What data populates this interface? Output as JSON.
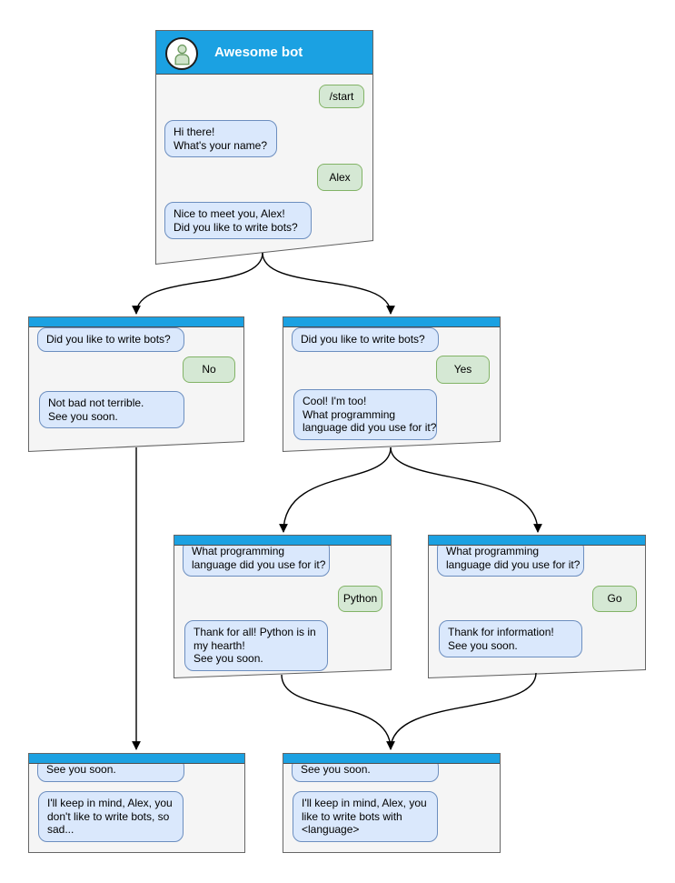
{
  "colors": {
    "header_blue": "#1BA1E2",
    "window_bg": "#F5F5F5",
    "window_border": "#666666",
    "bot_bubble_bg": "#DAE8FC",
    "bot_bubble_border": "#6C8EBF",
    "user_bubble_bg": "#D5E8D4",
    "user_bubble_border": "#82B366",
    "connector": "#000000",
    "title_text": "#FFFFFF"
  },
  "windows": [
    {
      "name": "root-chat-window",
      "title": "Awesome bot",
      "avatar_icon": "person-icon",
      "messages": [
        {
          "from": "user",
          "text": "/start"
        },
        {
          "from": "bot",
          "text": "Hi there!\nWhat's your name?"
        },
        {
          "from": "user",
          "text": "Alex"
        },
        {
          "from": "bot",
          "text": "Nice to meet you, Alex!\nDid you like to write bots?"
        }
      ]
    },
    {
      "name": "branch-no-window",
      "messages": [
        {
          "from": "bot",
          "text": "Did you like to write bots?"
        },
        {
          "from": "user",
          "text": "No"
        },
        {
          "from": "bot",
          "text": "Not bad not terrible.\nSee you soon."
        }
      ]
    },
    {
      "name": "branch-yes-window",
      "messages": [
        {
          "from": "bot",
          "text": "Did you like to write bots?"
        },
        {
          "from": "user",
          "text": "Yes"
        },
        {
          "from": "bot",
          "text": "Cool! I'm too!\nWhat programming\nlanguage did you use for it?"
        }
      ]
    },
    {
      "name": "branch-python-window",
      "messages": [
        {
          "from": "bot",
          "text": "What programming\nlanguage did you use for it?"
        },
        {
          "from": "user",
          "text": "Python"
        },
        {
          "from": "bot",
          "text": "Thank for all! Python is in\nmy hearth!\nSee you soon."
        }
      ]
    },
    {
      "name": "branch-go-window",
      "messages": [
        {
          "from": "bot",
          "text": "What programming\nlanguage did you use for it?"
        },
        {
          "from": "user",
          "text": "Go"
        },
        {
          "from": "bot",
          "text": "Thank for information!\nSee you soon."
        }
      ]
    },
    {
      "name": "end-no-window",
      "messages": [
        {
          "from": "bot",
          "text": "See you soon."
        },
        {
          "from": "bot",
          "text": "I'll keep in mind, Alex, you\ndon't like to write bots, so\nsad..."
        }
      ]
    },
    {
      "name": "end-yes-window",
      "messages": [
        {
          "from": "bot",
          "text": "See you soon."
        },
        {
          "from": "bot",
          "text": "I'll keep in mind, Alex, you\nlike to write bots with\n<language>"
        }
      ]
    }
  ]
}
